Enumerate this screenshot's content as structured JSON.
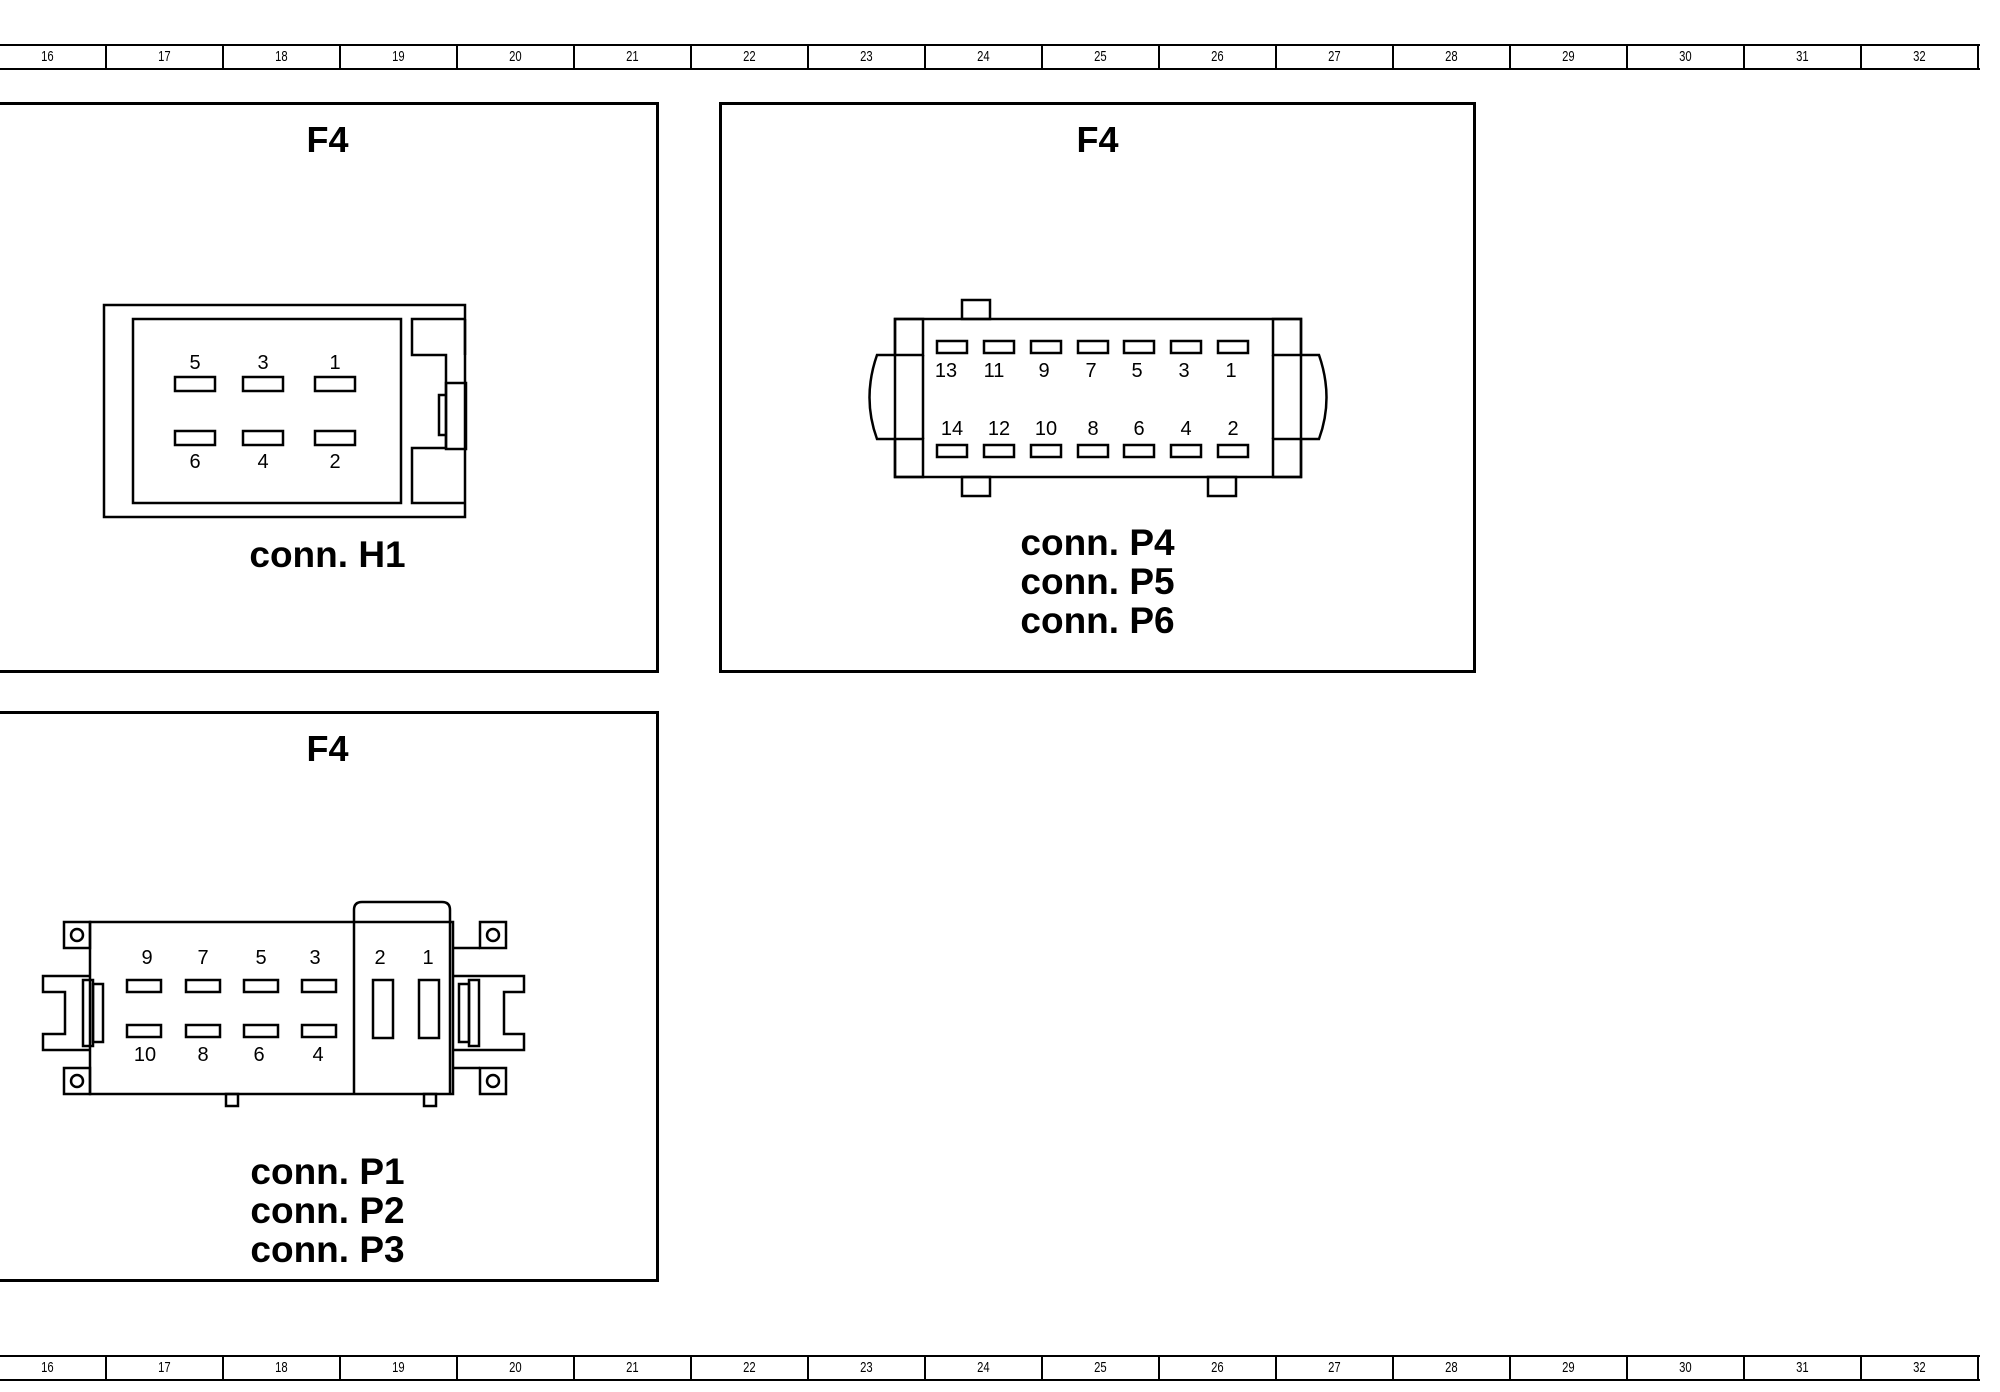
{
  "ruler": {
    "labels": [
      "16",
      "17",
      "18",
      "19",
      "20",
      "21",
      "22",
      "23",
      "24",
      "25",
      "26",
      "27",
      "28",
      "29",
      "30",
      "31",
      "32"
    ]
  },
  "panels": {
    "h1": {
      "title": "F4",
      "connectors": [
        "conn. H1"
      ],
      "pins": {
        "top": [
          "5",
          "3",
          "1"
        ],
        "bottom": [
          "6",
          "4",
          "2"
        ]
      }
    },
    "p4": {
      "title": "F4",
      "connectors": [
        "conn. P4",
        "conn. P5",
        "conn. P6"
      ],
      "pins": {
        "top": [
          "13",
          "11",
          "9",
          "7",
          "5",
          "3",
          "1"
        ],
        "bottom": [
          "14",
          "12",
          "10",
          "8",
          "6",
          "4",
          "2"
        ]
      }
    },
    "p1": {
      "title": "F4",
      "connectors": [
        "conn. P1",
        "conn. P2",
        "conn. P3"
      ],
      "pins": {
        "top": [
          "9",
          "7",
          "5",
          "3"
        ],
        "bottom": [
          "10",
          "8",
          "6",
          "4"
        ],
        "side": [
          "2",
          "1"
        ]
      }
    }
  }
}
